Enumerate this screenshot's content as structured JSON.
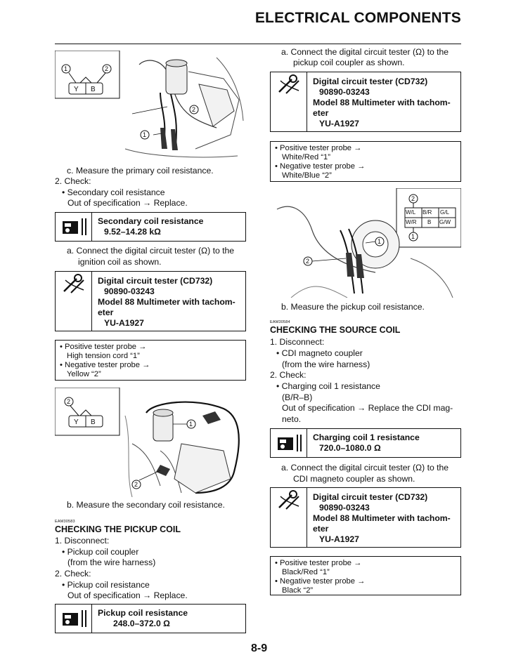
{
  "header": {
    "title": "ELECTRICAL COMPONENTS"
  },
  "page_number": "8-9",
  "left": {
    "fig1": {
      "callout1": "1",
      "callout2": "2",
      "term_y": "Y",
      "term_b": "B"
    },
    "step_c": "c. Measure the primary coil resistance.",
    "step2": "2. Check:",
    "bullet_secondary": "• Secondary coil resistance",
    "oos_replace": "Out of specification → Replace.",
    "spec_secondary": {
      "title": "Secondary coil resistance",
      "value": "9.52–14.28 kΩ"
    },
    "step_a": "a. Connect the digital circuit tester (Ω) to the",
    "step_a_cont": "ignition coil as shown.",
    "tool_box": {
      "line1": "Digital circuit tester (CD732)",
      "line2": "90890-03243",
      "line3": "Model 88 Multimeter with tachom-",
      "line4": "eter",
      "line5": "YU-A1927"
    },
    "probe": {
      "pos": "• Positive tester probe →",
      "pos_val": "High tension cord “1”",
      "neg": "• Negative tester probe →",
      "neg_val": "Yellow “2”"
    },
    "fig2": {
      "callout1": "1",
      "callout2": "2",
      "callout2b": "2",
      "term_y": "Y",
      "term_b": "B"
    },
    "step_b": "b. Measure the secondary coil resistance.",
    "section_code": "EAM30583",
    "section_title": "CHECKING THE PICKUP COIL",
    "step1": "1. Disconnect:",
    "bullet_pickup_coupler": "• Pickup coil coupler",
    "from_harness": "(from the wire harness)",
    "step2b": "2. Check:",
    "bullet_pickup_res": "• Pickup coil resistance",
    "oos_replace2": "Out of specification → Replace.",
    "spec_pickup": {
      "title": "Pickup coil resistance",
      "value": "248.0–372.0 Ω"
    }
  },
  "right": {
    "step_a": "a. Connect the digital circuit tester (Ω) to the",
    "step_a_cont": "pickup coil coupler as shown.",
    "tool_box": {
      "line1": "Digital circuit tester (CD732)",
      "line2": "90890-03243",
      "line3": "Model 88 Multimeter with tachom-",
      "line4": "eter",
      "line5": "YU-A1927"
    },
    "probe": {
      "pos": "• Positive tester probe →",
      "pos_val": "White/Red “1”",
      "neg": "• Negative tester probe →",
      "neg_val": "White/Blue “2”"
    },
    "fig3": {
      "callout1": "1",
      "callout2": "2",
      "callout1b": "1",
      "callout2b": "2",
      "wl": "W/L",
      "br": "B/R",
      "gl": "G/L",
      "wr": "W/R",
      "b": "B",
      "gw": "G/W"
    },
    "step_b": "b. Measure the pickup coil resistance.",
    "section_code": "EAM30584",
    "section_title": "CHECKING THE SOURCE COIL",
    "step1": "1. Disconnect:",
    "bullet_cdi": "• CDI magneto coupler",
    "from_harness": "(from the wire harness)",
    "step2": "2. Check:",
    "bullet_charging": "• Charging coil 1 resistance",
    "br_b": "(B/R–B)",
    "oos_cdi": "Out of specification → Replace the CDI mag-",
    "oos_cdi_cont": "neto.",
    "spec_charging": {
      "title": "Charging coil 1 resistance",
      "value": "720.0–1080.0 Ω"
    },
    "step_a2": "a. Connect the digital circuit tester (Ω) to the",
    "step_a2_cont": "CDI magneto coupler as shown.",
    "tool_box2": {
      "line1": "Digital circuit tester (CD732)",
      "line2": "90890-03243",
      "line3": "Model 88 Multimeter with tachom-",
      "line4": "eter",
      "line5": "YU-A1927"
    },
    "probe2": {
      "pos": "• Positive tester probe →",
      "pos_val": "Black/Red “1”",
      "neg": "• Negative tester probe →",
      "neg_val": "Black “2”"
    }
  }
}
